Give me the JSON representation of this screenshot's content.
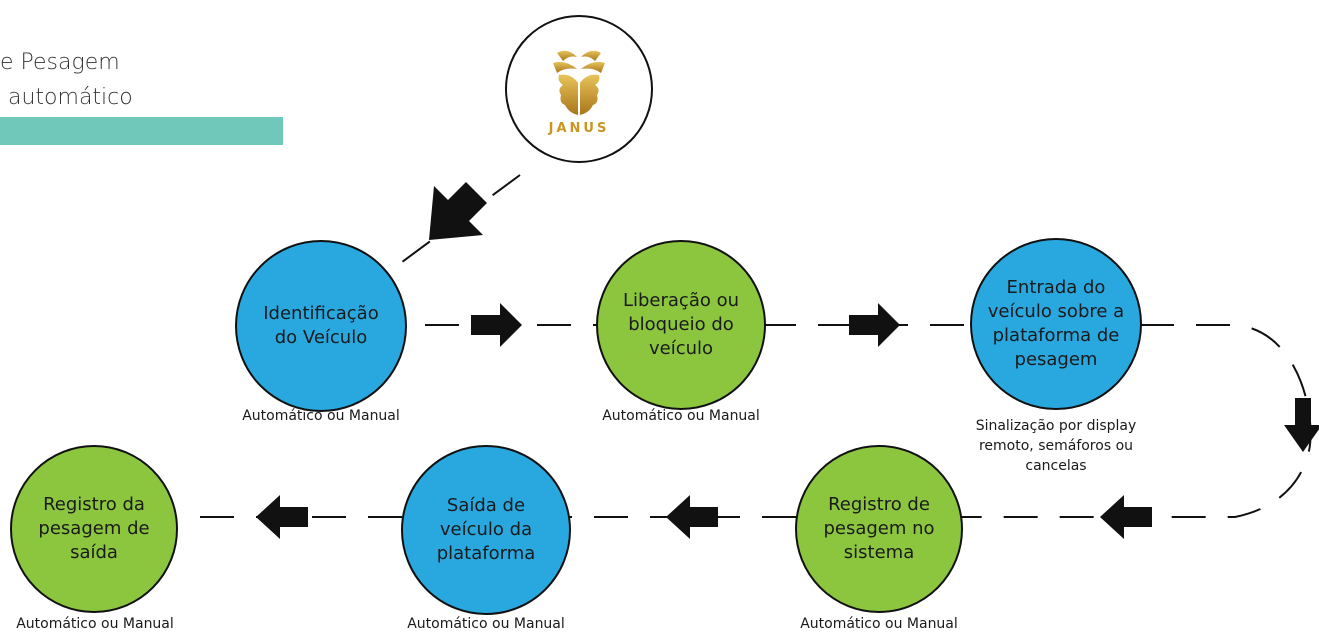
{
  "header": {
    "title_line1": "e Pesagem",
    "title_line2": "automático",
    "accent_color": "#70c8bb"
  },
  "logo": {
    "icon": "janus-logo-icon",
    "wordmark": "JANUS",
    "color": "#c9961f"
  },
  "colors": {
    "blue_node": "#29a8e0",
    "green_node": "#8cc63f",
    "line": "#111111"
  },
  "nodes": [
    {
      "label": "Identificação do Veículo",
      "color": "blue",
      "caption": "Automático ou Manual"
    },
    {
      "label": "Liberação ou bloqueio do veículo",
      "color": "green",
      "caption": "Automático ou Manual"
    },
    {
      "label": "Entrada do veículo sobre a plataforma de pesagem",
      "color": "blue",
      "caption": "Sinalização por display remoto, semáforos ou cancelas"
    },
    {
      "label": "Registro de pesagem no sistema",
      "color": "green",
      "caption": "Automático ou Manual"
    },
    {
      "label": "Saída de veículo da plataforma",
      "color": "blue",
      "caption": "Automático ou Manual"
    },
    {
      "label": "Registro da pesagem de saída",
      "color": "green",
      "caption": "Automático ou Manual"
    }
  ]
}
